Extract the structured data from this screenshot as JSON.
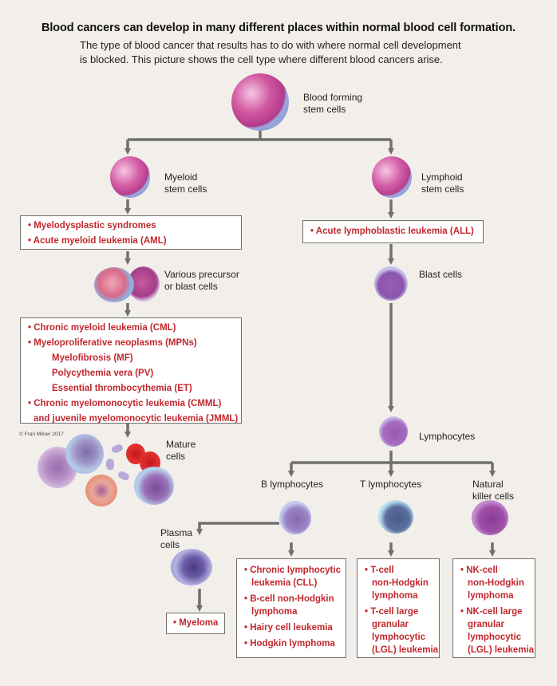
{
  "title": "Blood cancers can develop in many different places within normal blood cell formation.",
  "subtitle_lines": [
    "The type of blood cancer that results has to do with where normal cell development",
    "is blocked. This picture shows the cell type where different blood cancers arise."
  ],
  "colors": {
    "background": "#f2eeea",
    "cancer_text": "#c1272d",
    "arrow": "#6f6f6f",
    "box_border": "#6f6f6f"
  },
  "nodes": {
    "stem": {
      "line1": "Blood forming",
      "line2": "stem cells",
      "icon": "stem-cell-icon"
    },
    "myeloid": {
      "line1": "Myeloid",
      "line2": "stem cells",
      "icon": "myeloid-stem-cell-icon"
    },
    "lymphoid": {
      "line1": "Lymphoid",
      "line2": "stem cells",
      "icon": "lymphoid-stem-cell-icon"
    },
    "precursor": {
      "line1": "Various precursor",
      "line2": "or blast cells",
      "icon": "precursor-cells-icon"
    },
    "blast": {
      "line1": "Blast cells",
      "icon": "blast-cell-icon"
    },
    "mature": {
      "line1": "Mature",
      "line2": "cells",
      "icon": "mature-cells-icon"
    },
    "lymphocytes": {
      "line1": "Lymphocytes",
      "icon": "lymphocyte-icon"
    },
    "b_lymph": {
      "line1": "B lymphocytes",
      "icon": "b-lymphocyte-icon"
    },
    "t_lymph": {
      "line1": "T lymphocytes",
      "icon": "t-lymphocyte-icon"
    },
    "nk": {
      "line1": "Natural",
      "line2": "killer cells",
      "icon": "nk-cell-icon"
    },
    "plasma": {
      "line1": "Plasma",
      "line2": "cells",
      "icon": "plasma-cell-icon"
    }
  },
  "boxes": {
    "myeloid_box": [
      "• Myelodysplastic syndromes",
      "• Acute myeloid leukemia (AML)"
    ],
    "lymphoid_box": [
      "• Acute lymphoblastic leukemia (ALL)"
    ],
    "precursor_box": {
      "items": [
        "• Chronic myeloid leukemia (CML)",
        "• Myeloproliferative neoplasms (MPNs)"
      ],
      "sub_items": [
        "Myelofibrosis (MF)",
        "Polycythemia vera (PV)",
        "Essential thrombocythemia (ET)"
      ],
      "last_item": "• Chronic myelomonocytic leukemia (CMML)",
      "last_item_cont": "and juvenile myelomonocytic leukemia (JMML)"
    },
    "plasma_box": [
      "• Myeloma"
    ],
    "b_box": [
      {
        "first": "• Chronic lymphocytic",
        "cont": "leukemia (CLL)"
      },
      {
        "first": "• B-cell non-Hodgkin",
        "cont": "lymphoma"
      },
      {
        "first": "• Hairy cell leukemia"
      },
      {
        "first": "• Hodgkin lymphoma"
      }
    ],
    "t_box": [
      {
        "first": "• T-cell",
        "cont": [
          "non-Hodgkin",
          "lymphoma"
        ]
      },
      {
        "first": "• T-cell large",
        "cont": [
          "granular",
          "lymphocytic",
          "(LGL) leukemia"
        ]
      }
    ],
    "nk_box": [
      {
        "first": "• NK-cell",
        "cont": [
          "non-Hodgkin",
          "lymphoma"
        ]
      },
      {
        "first": "• NK-cell large",
        "cont": [
          "granular",
          "lymphocytic",
          "(LGL) leukemia"
        ]
      }
    ]
  },
  "copyright": "© Fran Milner 2017"
}
